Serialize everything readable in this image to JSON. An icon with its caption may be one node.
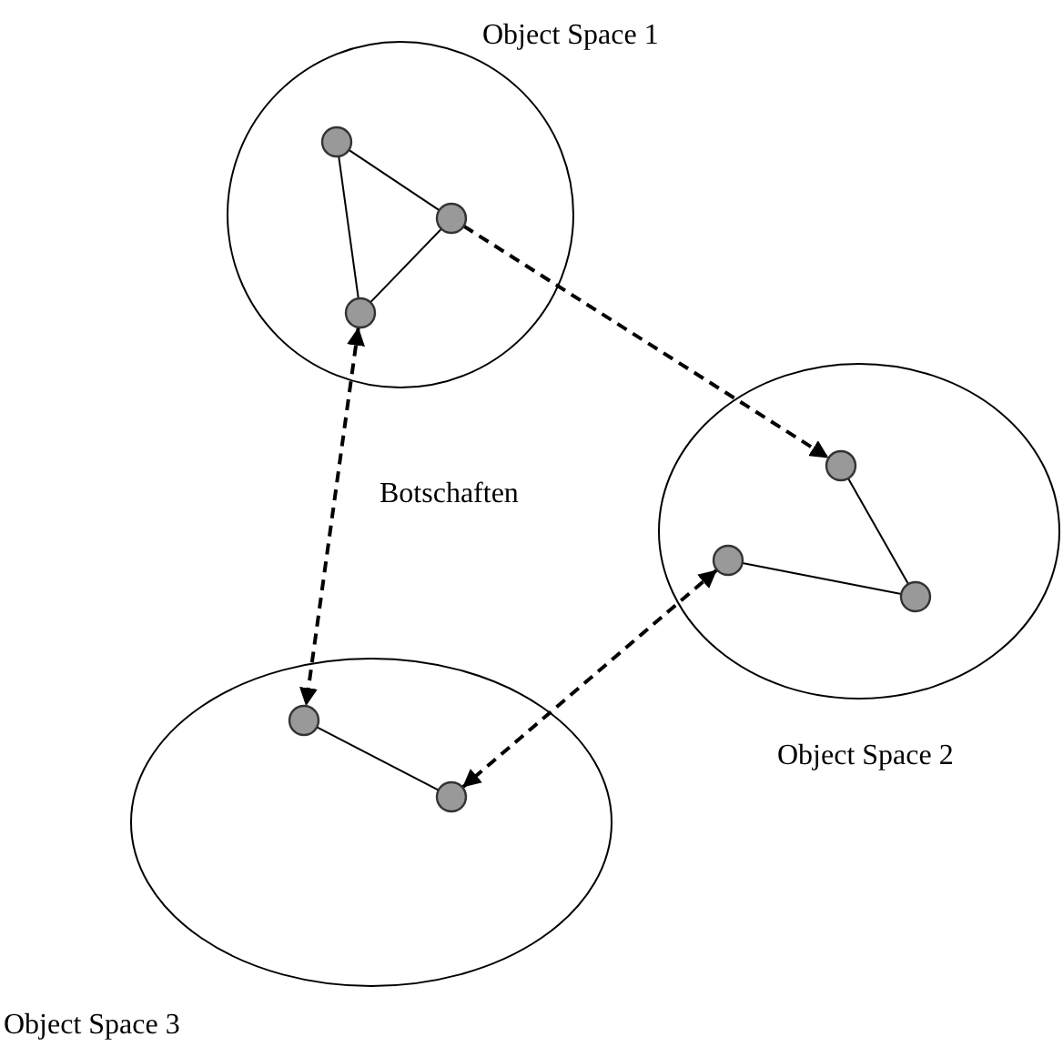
{
  "diagram": {
    "nodes": [
      {
        "text": [
          "Object Space 1"
        ]
      },
      {
        "text": [],
        "shape": "circle",
        "in": 0
      },
      {
        "text": [],
        "shape": "circle",
        "in": 0
      },
      {
        "text": [],
        "shape": "circle",
        "in": 0
      },
      {
        "text": [
          "Object Space 2"
        ]
      },
      {
        "text": [],
        "shape": "circle",
        "in": 4
      },
      {
        "text": [],
        "shape": "circle",
        "in": 4
      },
      {
        "text": [],
        "shape": "circle",
        "in": 4
      },
      {
        "text": [
          "Object Space 3"
        ]
      },
      {
        "text": [],
        "shape": "circle",
        "in": 8
      },
      {
        "text": [],
        "shape": "circle",
        "in": 8
      }
    ],
    "edges": [
      {
        "from": 1,
        "to": 2,
        "arrow": "none"
      },
      {
        "from": 2,
        "to": 3,
        "arrow": "none"
      },
      {
        "from": 1,
        "to": 3,
        "arrow": "none"
      },
      {
        "from": 2,
        "to": 5,
        "arrow": "to",
        "style": "dashed"
      },
      {
        "from": 3,
        "to": 9,
        "arrow": "both",
        "style": "dashed",
        "label": "Botschaften"
      },
      {
        "from": 5,
        "to": 7,
        "arrow": "none"
      },
      {
        "from": 6,
        "to": 7,
        "arrow": "none"
      },
      {
        "from": 6,
        "to": 10,
        "arrow": "both",
        "style": "dashed"
      },
      {
        "from": 9,
        "to": 10,
        "arrow": "none"
      }
    ]
  }
}
